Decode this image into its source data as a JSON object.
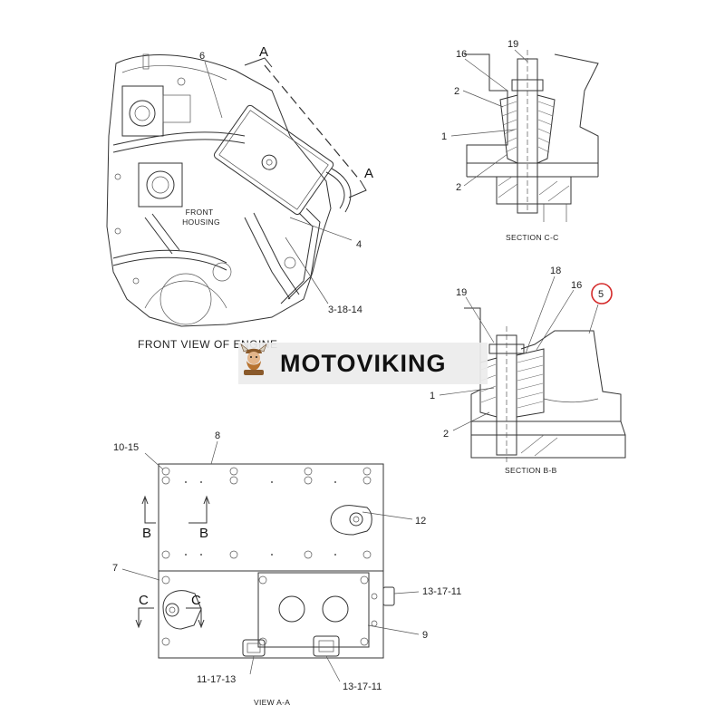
{
  "captions": {
    "front_view": "FRONT VIEW OF ENGINE",
    "front_housing_1": "FRONT",
    "front_housing_2": "HOUSING",
    "section_cc": "SECTION C-C",
    "section_bb": "SECTION B-B",
    "view_aa": "VIEW A-A"
  },
  "section_letters": {
    "a_top": "A",
    "a_bottom": "A",
    "b_left": "B",
    "b_right": "B",
    "c_left": "C",
    "c_right": "C"
  },
  "callouts": {
    "front": {
      "c6": "6",
      "c4": "4",
      "c3_18_14": "3-18-14"
    },
    "section_cc": {
      "c19": "19",
      "c16": "16",
      "c2a": "2",
      "c1": "1",
      "c2b": "2"
    },
    "section_bb": {
      "c19": "19",
      "c18": "18",
      "c16": "16",
      "c5": "5",
      "c1": "1",
      "c2": "2"
    },
    "view_aa": {
      "c10_15": "10-15",
      "c8": "8",
      "c12": "12",
      "c7": "7",
      "c13_17_11a": "13-17-11",
      "c9": "9",
      "c11_17_13": "11-17-13",
      "c13_17_11b": "13-17-11"
    }
  },
  "watermark": {
    "brand": "MOTOVIKING"
  },
  "colors": {
    "highlight_circle": "#d42a2a",
    "line": "#333333",
    "banner_bg": "#ebebeb",
    "logo": "#8a5a2b"
  }
}
